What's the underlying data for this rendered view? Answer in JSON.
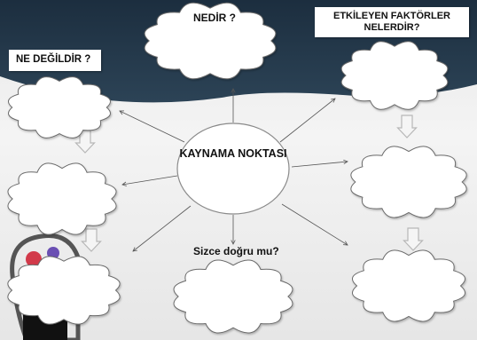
{
  "title_label": "NEDİR ?",
  "left_label": "NE DEĞİLDİR ?",
  "right_label": "ETKİLEYEN FAKTÖRLER NELERDİR?",
  "center_label": "KAYNAMA NOKTASI",
  "question_label": "Sizce doğru mu?",
  "colors": {
    "header_band": "#24384a",
    "cloud_fill": "#ffffff",
    "cloud_stroke": "#6b6b6b",
    "arrow_color": "#555555",
    "down_arrow_fill": "#f5f5f5",
    "down_arrow_stroke": "#b7b7b7"
  }
}
